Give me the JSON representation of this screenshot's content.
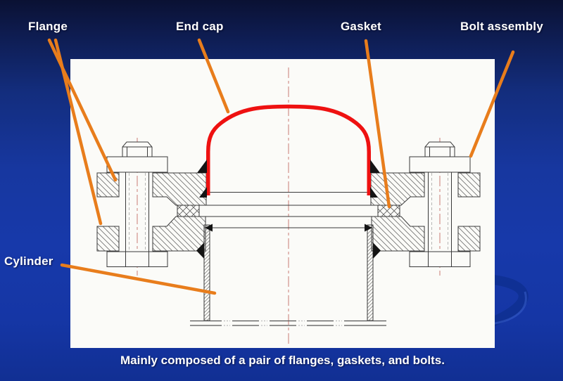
{
  "slide": {
    "caption": "Mainly composed of a pair of flanges, gaskets, and bolts.",
    "labels": {
      "flange": "Flange",
      "end_cap": "End cap",
      "gasket": "Gasket",
      "bolt_assembly": "Bolt assembly",
      "cylinder": "Cylinder"
    },
    "diagram": {
      "type": "technical-cross-section",
      "subject": "Flanged joint of a cylindrical vessel with domed end cap",
      "callouts": [
        {
          "label": "Flange",
          "points_to": "upper and lower flange rings (left side)"
        },
        {
          "label": "End cap",
          "points_to": "red domed end cap"
        },
        {
          "label": "Gasket",
          "points_to": "cross-hatched gasket between flange faces"
        },
        {
          "label": "Bolt assembly",
          "points_to": "bolt, washer and nut on right flange"
        },
        {
          "label": "Cylinder",
          "points_to": "cylinder shell wall"
        }
      ]
    },
    "colors": {
      "background_top": "#0a1133",
      "background_main": "#1739aa",
      "panel_white": "#fbfbf8",
      "leader_orange": "#e87d1c",
      "end_cap_red": "#ee1111",
      "centerline_red": "#c97b74",
      "drawing_line": "#3a3a3a",
      "label_text": "#ffffff"
    }
  }
}
